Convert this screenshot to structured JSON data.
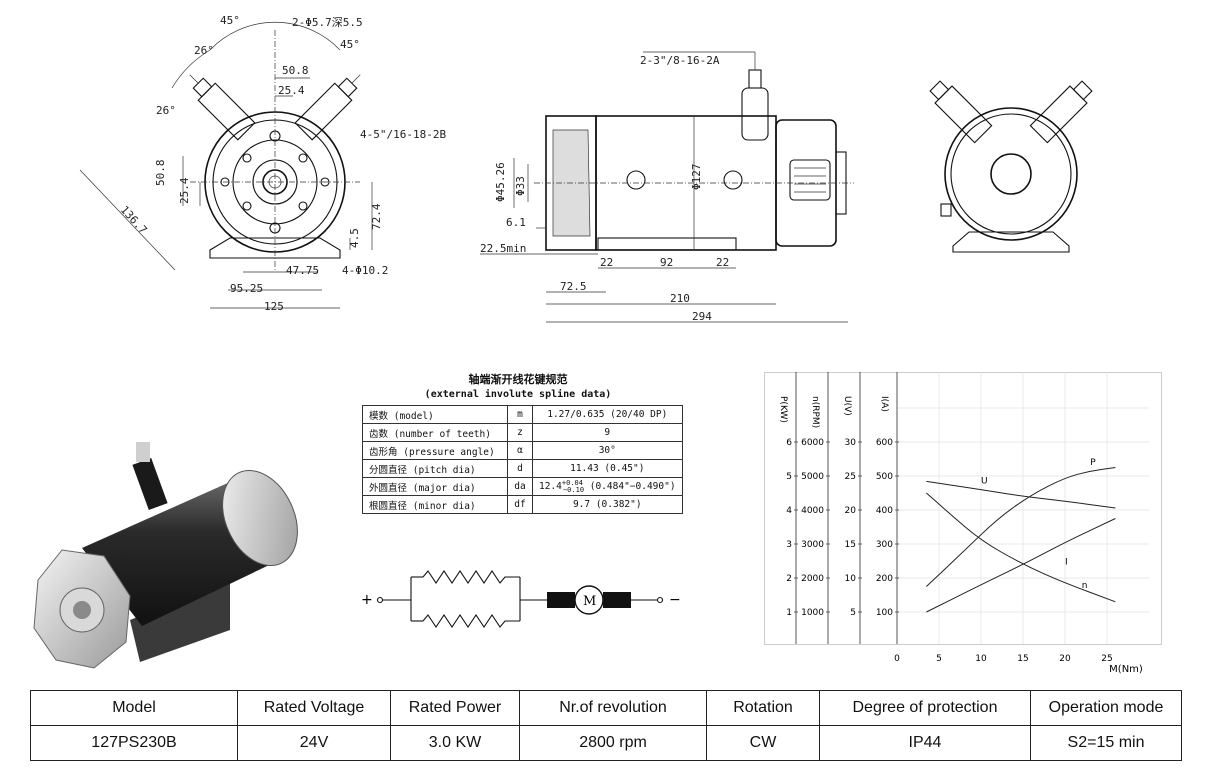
{
  "front_view": {
    "dims": [
      "2-Φ5.7深5.5",
      "45°",
      "45°",
      "26°",
      "26°",
      "50.8",
      "25.4",
      "4-5\"/16-18-2B",
      "50.8",
      "25.4",
      "136.7",
      "72.4",
      "4.5",
      "47.75",
      "4-Φ10.2",
      "95.25",
      "125"
    ]
  },
  "side_view": {
    "dims": [
      "2-3\"/8-16-2A",
      "Φ45.26",
      "Φ33",
      "Φ127",
      "6.1",
      "22.5min",
      "22",
      "92",
      "22",
      "72.5",
      "210",
      "294"
    ]
  },
  "spline": {
    "title": "轴端渐开线花键规范",
    "subtitle": "(external involute spline data)",
    "rows": [
      {
        "name": "模数 (model)",
        "sym": "m",
        "value": "1.27/0.635 (20/40 DP)"
      },
      {
        "name": "齿数 (number of teeth)",
        "sym": "z",
        "value": "9"
      },
      {
        "name": "齿形角 (pressure angle)",
        "sym": "α",
        "value": "30°"
      },
      {
        "name": "分圆直径 (pitch dia)",
        "sym": "d",
        "value": "11.43 (0.45\")"
      },
      {
        "name": "外圆直径 (major dia)",
        "sym": "da",
        "value": "12.4",
        "sup": "+0.04",
        "sub": "−0.10",
        "value_rest": " (0.484\"−0.490\")"
      },
      {
        "name": "根圆直径 (minor dia)",
        "sym": "df",
        "value": "9.7 (0.382\")"
      }
    ]
  },
  "circuit": {
    "plus": "+",
    "minus": "−",
    "motor": "M"
  },
  "chart_data": {
    "type": "line",
    "axes": [
      {
        "label": "P(KW)",
        "ticks": [
          1,
          2,
          3,
          4,
          5,
          6
        ]
      },
      {
        "label": "n(RPM)",
        "ticks": [
          1000,
          2000,
          3000,
          4000,
          5000,
          6000
        ]
      },
      {
        "label": "U(V)",
        "ticks": [
          5,
          10,
          15,
          20,
          25,
          30
        ]
      },
      {
        "label": "I(A)",
        "ticks": [
          100,
          200,
          300,
          400,
          500,
          600
        ]
      }
    ],
    "x": {
      "label": "M(Nm)",
      "ticks": [
        0,
        5,
        10,
        15,
        20,
        25
      ],
      "range": [
        0,
        30
      ]
    },
    "series": [
      {
        "name": "U",
        "unit_axis": 2,
        "points": [
          [
            3.5,
            24.2
          ],
          [
            10,
            23.0
          ],
          [
            15,
            22.0
          ],
          [
            20,
            21.3
          ],
          [
            26,
            20.3
          ]
        ]
      },
      {
        "name": "P",
        "unit_axis": 0,
        "points": [
          [
            3.5,
            1.75
          ],
          [
            8,
            2.8
          ],
          [
            12,
            3.75
          ],
          [
            16,
            4.45
          ],
          [
            20,
            4.95
          ],
          [
            23,
            5.15
          ],
          [
            26,
            5.25
          ]
        ]
      },
      {
        "name": "I",
        "unit_axis": 3,
        "points": [
          [
            3.5,
            100
          ],
          [
            10,
            180
          ],
          [
            15,
            240
          ],
          [
            20,
            305
          ],
          [
            26,
            375
          ]
        ]
      },
      {
        "name": "n",
        "unit_axis": 1,
        "points": [
          [
            3.5,
            4500
          ],
          [
            6,
            3950
          ],
          [
            10,
            3100
          ],
          [
            15,
            2400
          ],
          [
            20,
            1850
          ],
          [
            26,
            1300
          ]
        ]
      }
    ]
  },
  "specs": {
    "headers": [
      "Model",
      "Rated Voltage",
      "Rated Power",
      "Nr.of revolution",
      "Rotation",
      "Degree of protection",
      "Operation mode"
    ],
    "values": [
      "127PS230B",
      "24V",
      "3.0 KW",
      "2800 rpm",
      "CW",
      "IP44",
      "S2=15 min"
    ]
  }
}
